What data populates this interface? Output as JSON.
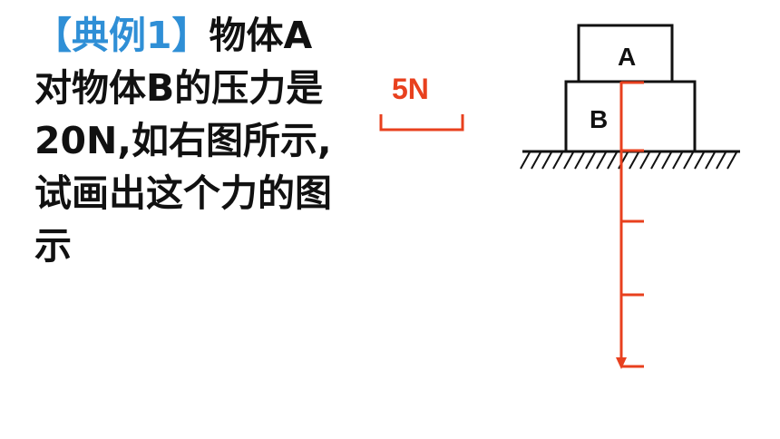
{
  "problem": {
    "tag": "【典例1】",
    "text": "物体A对物体B的压力是20N,如右图所示,试画出这个力的图示"
  },
  "diagram": {
    "scale_label": "5N",
    "block_a_label": "A",
    "block_b_label": "B",
    "force_value_N": 20,
    "scale_unit_N": 5,
    "force_color": "#e8401e",
    "tag_color": "#2f8fd6"
  }
}
